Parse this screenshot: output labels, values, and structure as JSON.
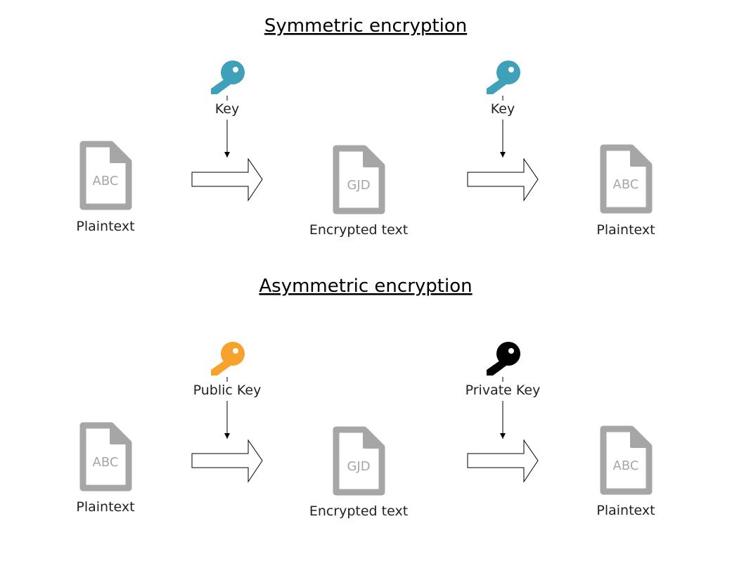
{
  "colors": {
    "doc_gray": "#a6a6a6",
    "symmetric_key": "#3ea0b9",
    "public_key": "#f6a22d",
    "private_key": "#000000",
    "arrow_stroke": "#000000"
  },
  "sections": [
    {
      "title": "Symmetric encryption",
      "documents": [
        {
          "text": "ABC",
          "label": "Plaintext"
        },
        {
          "text": "GJD",
          "label": "Encrypted text"
        },
        {
          "text": "ABC",
          "label": "Plaintext"
        }
      ],
      "keys": [
        {
          "label": "Key",
          "icon": "key-icon",
          "color": "#3ea0b9"
        },
        {
          "label": "Key",
          "icon": "key-icon",
          "color": "#3ea0b9"
        }
      ]
    },
    {
      "title": "Asymmetric encryption",
      "documents": [
        {
          "text": "ABC",
          "label": "Plaintext"
        },
        {
          "text": "GJD",
          "label": "Encrypted text"
        },
        {
          "text": "ABC",
          "label": "Plaintext"
        }
      ],
      "keys": [
        {
          "label": "Public Key",
          "icon": "key-icon",
          "color": "#f6a22d"
        },
        {
          "label": "Private Key",
          "icon": "key-icon",
          "color": "#000000"
        }
      ]
    }
  ]
}
